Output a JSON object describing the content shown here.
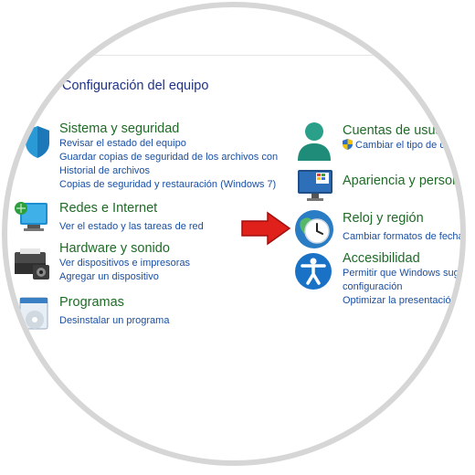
{
  "header": {
    "title": "Configuración del equipo"
  },
  "left_categories": [
    {
      "title": "Sistema y seguridad",
      "icon": "shield-icon",
      "links": [
        "Revisar el estado del equipo",
        "Guardar copias de seguridad de los archivos con",
        "Historial de archivos",
        "Copias de seguridad y restauración (Windows 7)"
      ]
    },
    {
      "title": "Redes e Internet",
      "icon": "network-icon",
      "links": [
        "Ver el estado y las tareas de red"
      ]
    },
    {
      "title": "Hardware y sonido",
      "icon": "printer-icon",
      "links": [
        "Ver dispositivos e impresoras",
        "Agregar un dispositivo"
      ]
    },
    {
      "title": "Programas",
      "icon": "programs-icon",
      "links": [
        "Desinstalar un programa"
      ]
    }
  ],
  "right_categories": [
    {
      "title": "Cuentas de usuario",
      "icon": "user-icon",
      "links": [
        "Cambiar el tipo de cue"
      ]
    },
    {
      "title": "Apariencia y personali",
      "icon": "appearance-icon",
      "links": []
    },
    {
      "title": "Reloj y región",
      "icon": "clock-globe-icon",
      "links": [
        "Cambiar formatos de fecha, ho"
      ]
    },
    {
      "title": "Accesibilidad",
      "icon": "accessibility-icon",
      "links": [
        "Permitir que Windows sugiera",
        "configuración",
        "Optimizar la presentación vis"
      ]
    }
  ],
  "colors": {
    "title_green": "#1f6b26",
    "link_blue": "#1a4fa3",
    "header_blue": "#1e3287",
    "arrow_red": "#e0201b",
    "frame": "#d6d6d6"
  }
}
